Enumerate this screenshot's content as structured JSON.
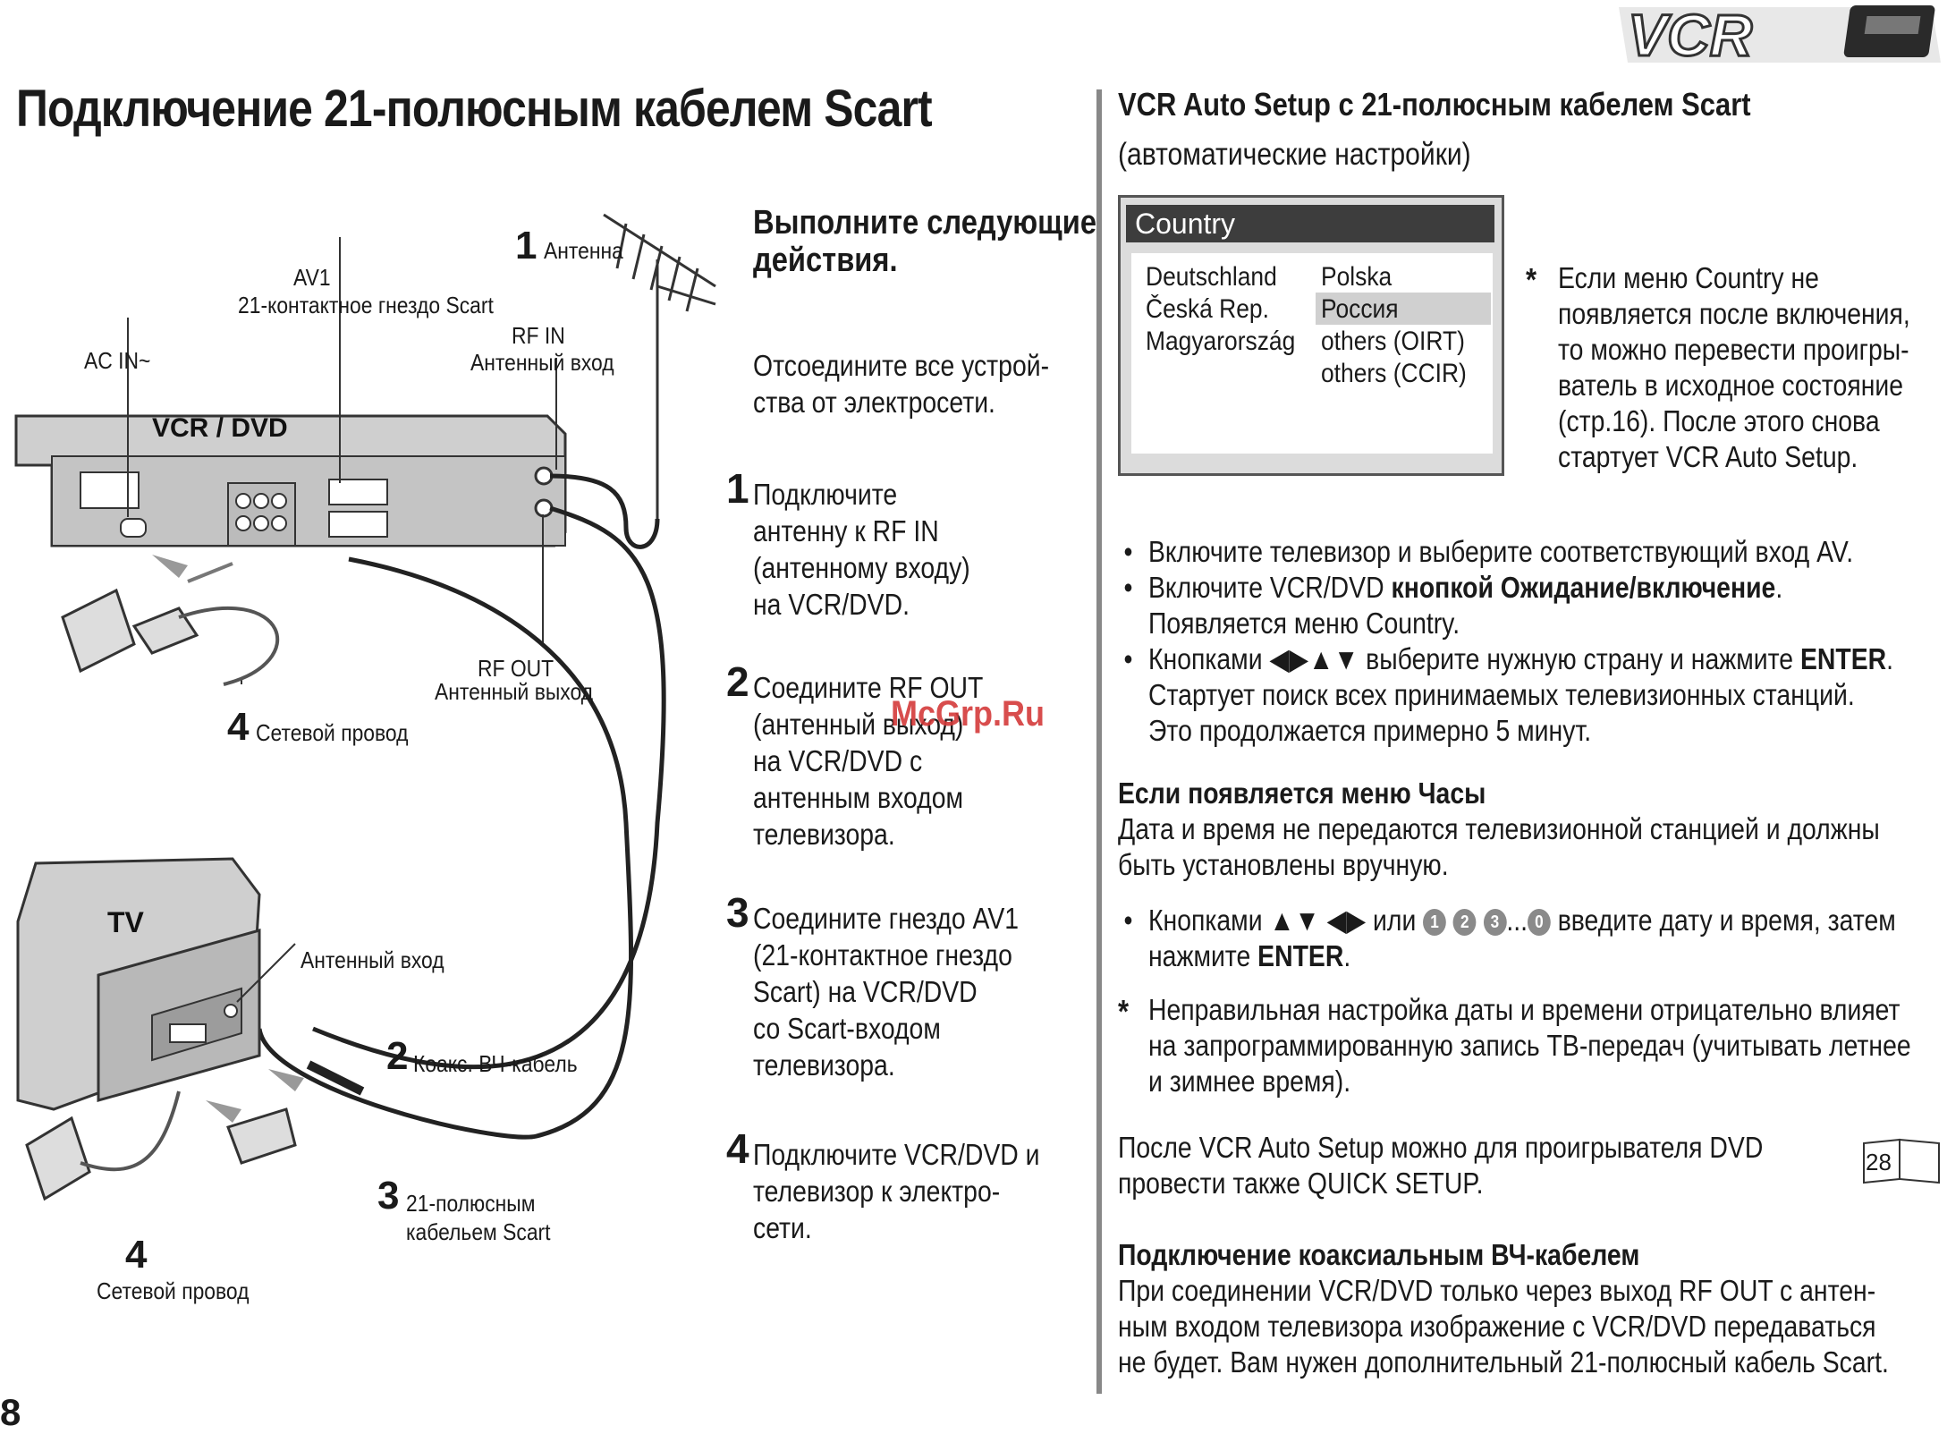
{
  "header": {
    "logo_text": "VCR",
    "page_title": "Подключение 21-полюсным кабелем Scart",
    "page_number": "8"
  },
  "diagram": {
    "vcr_label": "VCR / DVD",
    "tv_label": "TV",
    "labels": {
      "antenna_num": "1",
      "antenna": "Антенна",
      "av1": "AV1",
      "av1_sub": "21-контактное гнездо Scart",
      "rf_in": "RF IN",
      "rf_in_sub": "Антенный вход",
      "ac_in": "AC IN~",
      "rf_out": "RF OUT",
      "rf_out_sub": "Антенный выход",
      "power_num_top": "4",
      "power_top": "Сетевой провод",
      "tv_antenna_in": "Антенный вход",
      "coax_num": "2",
      "coax": "Коакс. ВЧ-кабель",
      "scart_num": "3",
      "scart_line1": "21-полюсным",
      "scart_line2": "кабельем Scart",
      "power_num_bottom": "4",
      "power_bottom": "Сетевой провод"
    }
  },
  "steps": {
    "heading": "Выполните следующие\nдействия.",
    "intro": "Отсоедините все устрой-\nства от электросети.",
    "items": [
      {
        "num": "1",
        "text": "Подключите\nантенну к RF IN\n(антенному входу)\nна VCR/DVD."
      },
      {
        "num": "2",
        "text": "Соедините RF OUT\n(антенный выход)\nна VCR/DVD с\nантенным входом\nтелевизора."
      },
      {
        "num": "3",
        "text": "Соедините гнездо AV1\n(21-контактное гнездо\nScart) на VCR/DVD\nсо Scart-входом\nтелевизора."
      },
      {
        "num": "4",
        "text": "Подключите VCR/DVD и\nтелевизор к электро-\nсети."
      }
    ]
  },
  "watermark": "McGrp.Ru",
  "right": {
    "title": "VCR Auto Setup с 21-полюсным кабелем Scart",
    "subtitle": "(автоматические настройки)",
    "menu": {
      "title": "Country",
      "col1": [
        "Deutschland",
        "Česká Rep.",
        "Magyarország"
      ],
      "col2": [
        "Polska",
        "Россия",
        "others (OIRT)",
        "others (CCIR)"
      ],
      "selected": "Россия"
    },
    "note_star": "*",
    "note": [
      "Если меню Country не",
      "появляется после включения,",
      "то можно перевести проигры-",
      "ватель в исходное состояние",
      "(стр.16). После этого снова",
      "стартует VCR Auto Setup."
    ],
    "bullets": {
      "b1": "Включите телевизор и выберите соответствующий вход AV.",
      "b2_pre": "Включите VCR/DVD ",
      "b2_bold": "кнопкой Ожидание/включение",
      "b2_post": ".",
      "b2_line2": "Появляется меню Country.",
      "b3_pre": "Кнопками ",
      "b3_arrows": "◀▶▲▼",
      "b3_mid": " выберите нужную страну и нажмите ",
      "b3_bold": "ENTER",
      "b3_post": ".",
      "b3_line2": "Стартует поиск всех принимаемых телевизионных станций.",
      "b3_line3": "Это продолжается примерно 5 минут."
    },
    "clock_heading": "Если появляется меню Часы",
    "clock_text1": "Дата и время не передаются телевизионной станцией и должны",
    "clock_text2": "быть установлены вручную.",
    "clock_bullet": {
      "pre": "Кнопками ",
      "arrows": "▲▼ ◀▶",
      "or": " или ",
      "n1": "1",
      "n2": "2",
      "n3": "3",
      "dots": "...",
      "n0": "0",
      "post": " введите дату и время, затем",
      "line2_pre": "нажмите ",
      "line2_bold": "ENTER",
      "line2_post": "."
    },
    "warn_star": "*",
    "warn": [
      "Неправильная настройка даты и времени отрицательно влияет",
      "на запрограммированную запись ТВ-передач (учитывать летнее",
      "и зимнее время)."
    ],
    "after1": "После VCR Auto Setup можно для проигрывателя DVD",
    "after2": "провести также QUICK SETUP.",
    "book_page": "28",
    "coax_heading": "Подключение коаксиальным ВЧ-кабелем",
    "coax_text": [
      "При соединении VCR/DVD только  через выход RF OUT с антен-",
      "ным входом телевизора  изображение с VCR/DVD передаваться",
      "не будет. Вам нужен дополнительный 21-полюсный кабель Scart."
    ]
  }
}
